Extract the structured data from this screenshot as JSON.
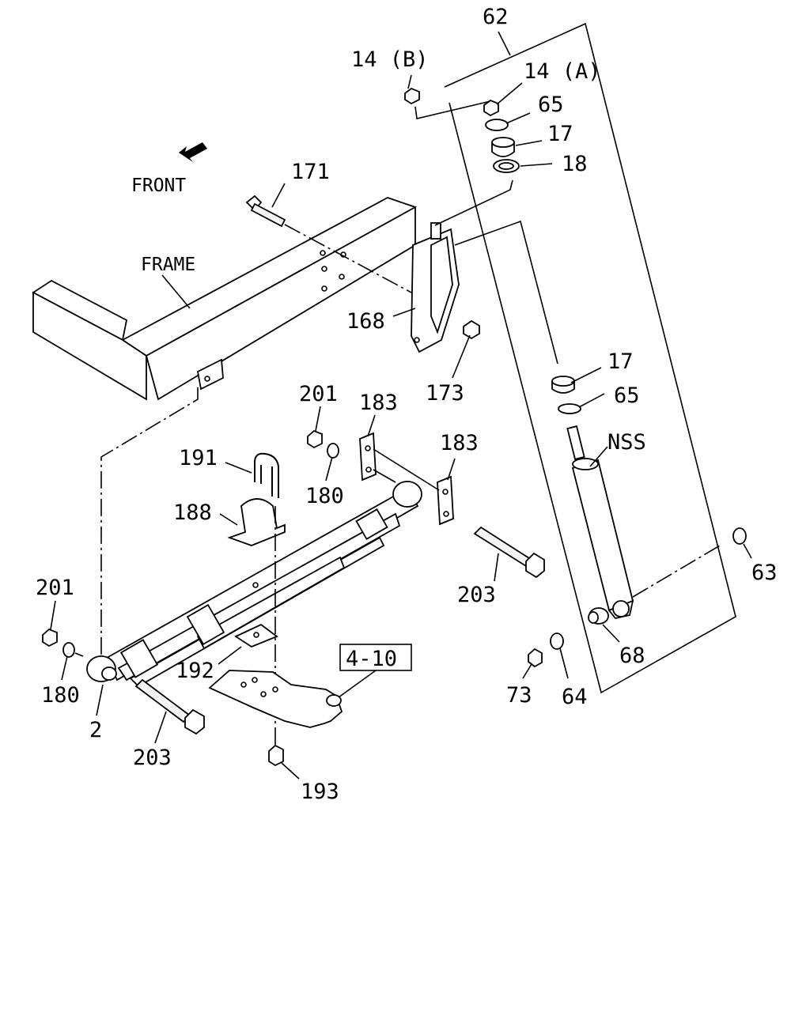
{
  "diagram": {
    "direction_label": "FRONT",
    "frame_label": "FRAME",
    "callouts": {
      "c62": "62",
      "c14b": "14 (B)",
      "c14a": "14 (A)",
      "c65_top": "65",
      "c17_top": "17",
      "c18": "18",
      "c171": "171",
      "c168": "168",
      "c173": "173",
      "c17_mid": "17",
      "c65_mid": "65",
      "cNSS": "NSS",
      "c201_right": "201",
      "c183_a": "183",
      "c183_b": "183",
      "c191": "191",
      "c180_right": "180",
      "c188": "188",
      "c203_right": "203",
      "c63": "63",
      "c201_left": "201",
      "c180_left": "180",
      "c2": "2",
      "c192": "192",
      "c4_10": "4-10",
      "c203_left": "203",
      "c193": "193",
      "c73": "73",
      "c64": "64",
      "c68": "68"
    }
  }
}
